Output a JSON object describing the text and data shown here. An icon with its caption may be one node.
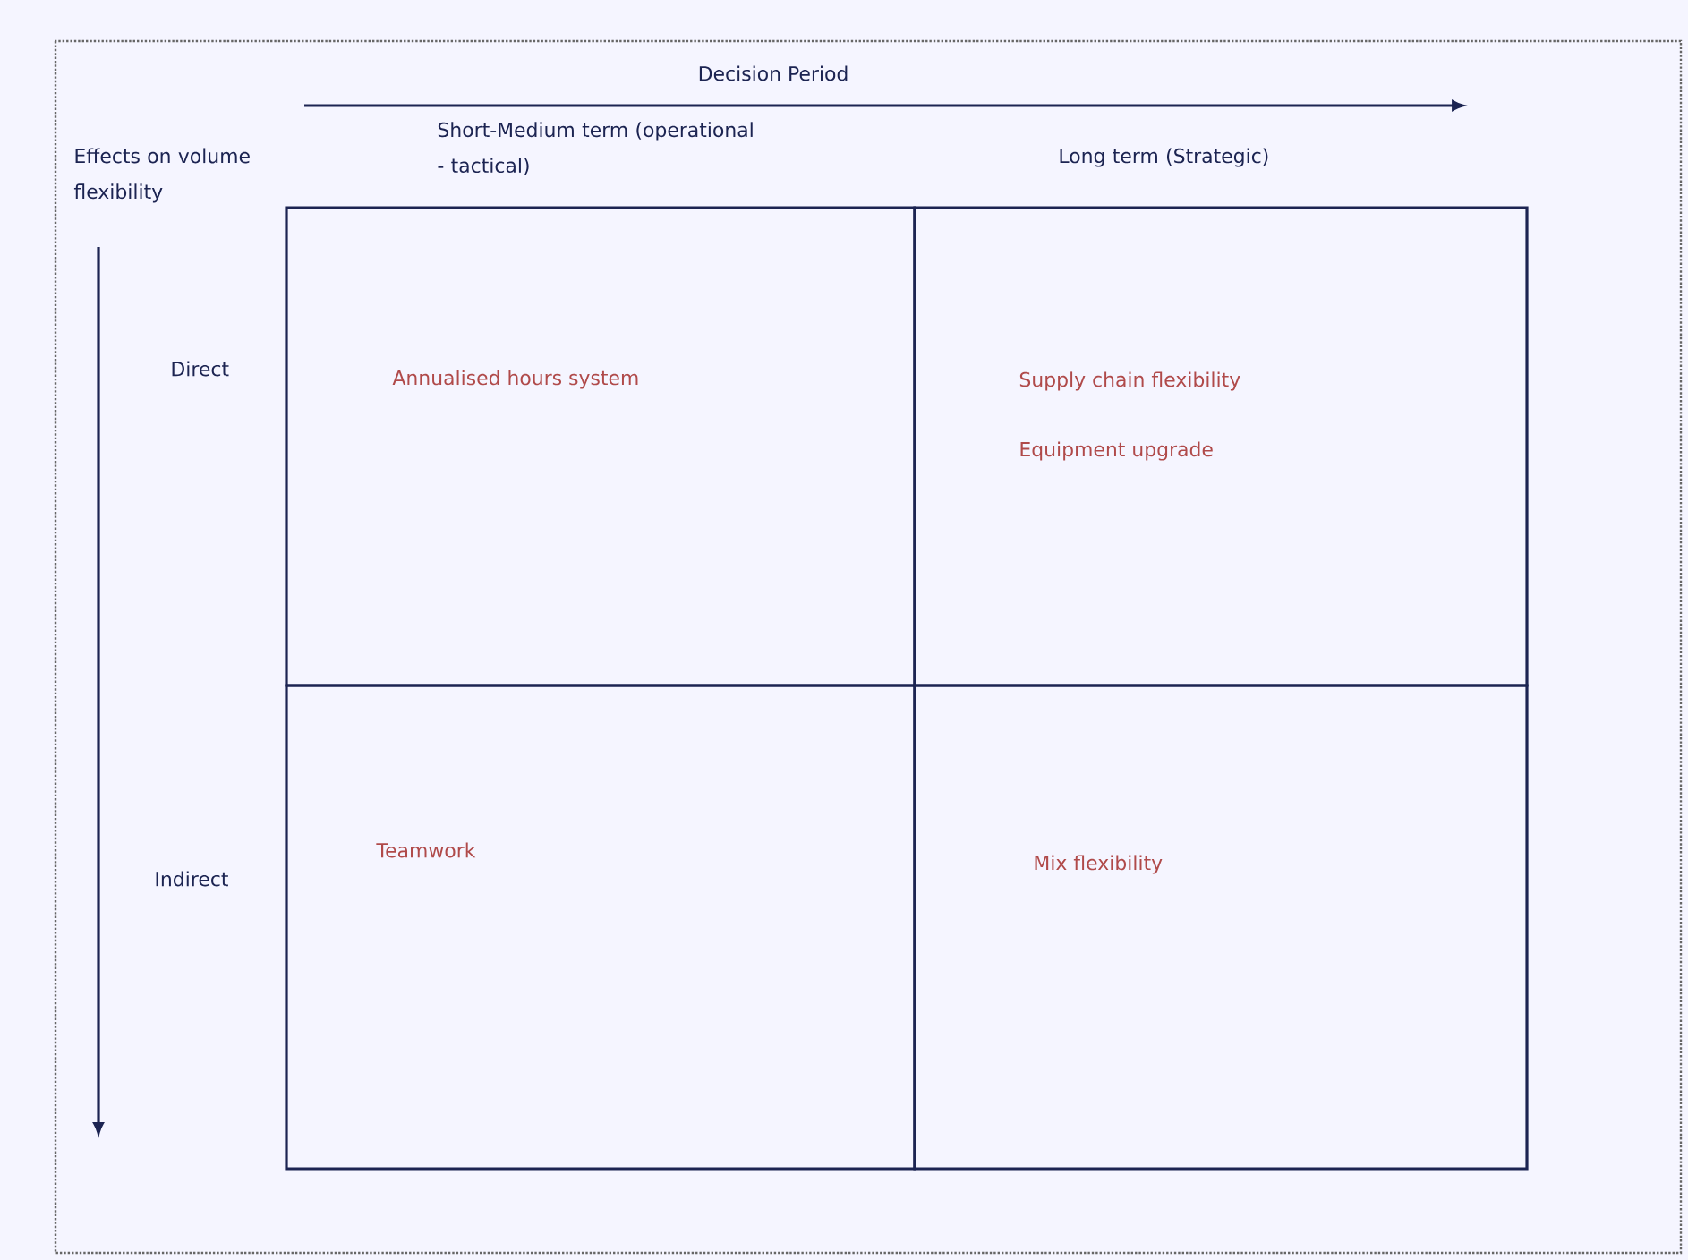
{
  "diagram": {
    "nodes": [
      {
        "text": [
          "Annualised hours system"
        ]
      },
      {
        "text": [
          "Supply chain flexibility",
          "Equipment upgrade"
        ]
      },
      {
        "text": [
          "Teamwork"
        ]
      },
      {
        "text": [
          "Mix flexibility"
        ]
      }
    ],
    "labels": [
      "Decision Period",
      "Short-Medium term (operational - tactical)",
      "Long term (Strategic)",
      "Effects on volume flexibility",
      "Direct",
      "Indirect"
    ]
  }
}
